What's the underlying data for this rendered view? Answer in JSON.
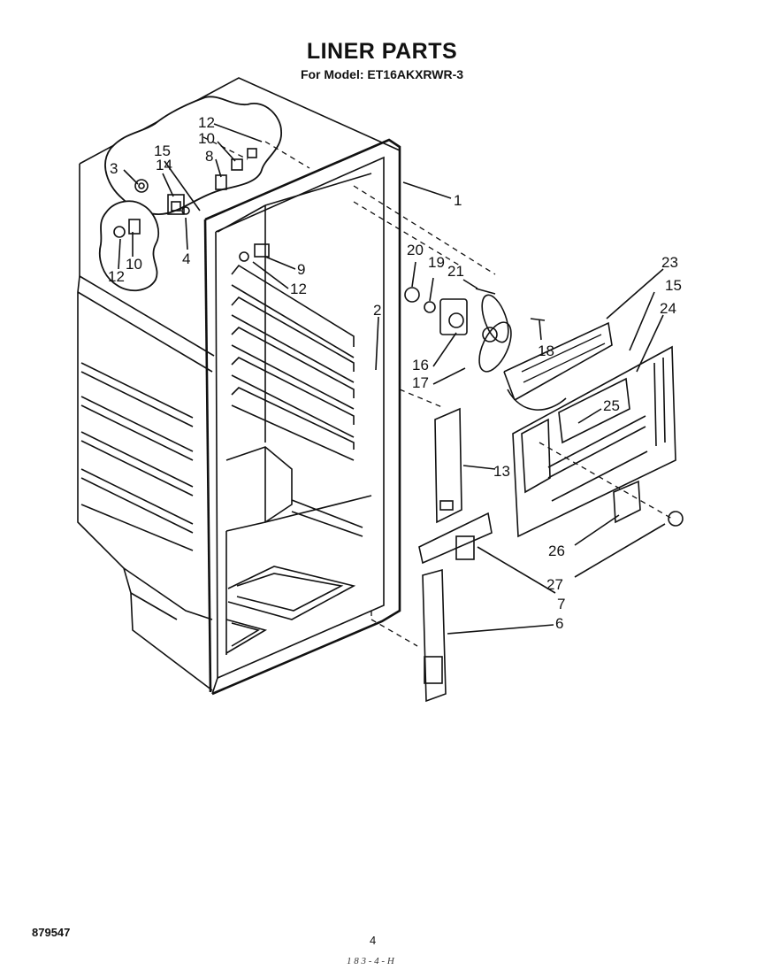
{
  "header": {
    "title": "LINER PARTS",
    "model_line": "For Model: ET16AKXRWR-3"
  },
  "callouts": [
    {
      "id": "c1",
      "label": "1"
    },
    {
      "id": "c2",
      "label": "2"
    },
    {
      "id": "c3",
      "label": "3"
    },
    {
      "id": "c4",
      "label": "4"
    },
    {
      "id": "c6",
      "label": "6"
    },
    {
      "id": "c7",
      "label": "7"
    },
    {
      "id": "c8",
      "label": "8"
    },
    {
      "id": "c9",
      "label": "9"
    },
    {
      "id": "c10a",
      "label": "10"
    },
    {
      "id": "c10b",
      "label": "10"
    },
    {
      "id": "c12a",
      "label": "12"
    },
    {
      "id": "c12b",
      "label": "12"
    },
    {
      "id": "c12c",
      "label": "12"
    },
    {
      "id": "c13",
      "label": "13"
    },
    {
      "id": "c14",
      "label": "14"
    },
    {
      "id": "c15a",
      "label": "15"
    },
    {
      "id": "c15b",
      "label": "15"
    },
    {
      "id": "c16",
      "label": "16"
    },
    {
      "id": "c17",
      "label": "17"
    },
    {
      "id": "c18",
      "label": "18"
    },
    {
      "id": "c19",
      "label": "19"
    },
    {
      "id": "c20",
      "label": "20"
    },
    {
      "id": "c21",
      "label": "21"
    },
    {
      "id": "c23",
      "label": "23"
    },
    {
      "id": "c24",
      "label": "24"
    },
    {
      "id": "c25",
      "label": "25"
    },
    {
      "id": "c26",
      "label": "26"
    },
    {
      "id": "c27",
      "label": "27"
    }
  ],
  "footer": {
    "code": "879547",
    "page_number": "4",
    "handwritten": "1 8 3 - 4 - H"
  }
}
